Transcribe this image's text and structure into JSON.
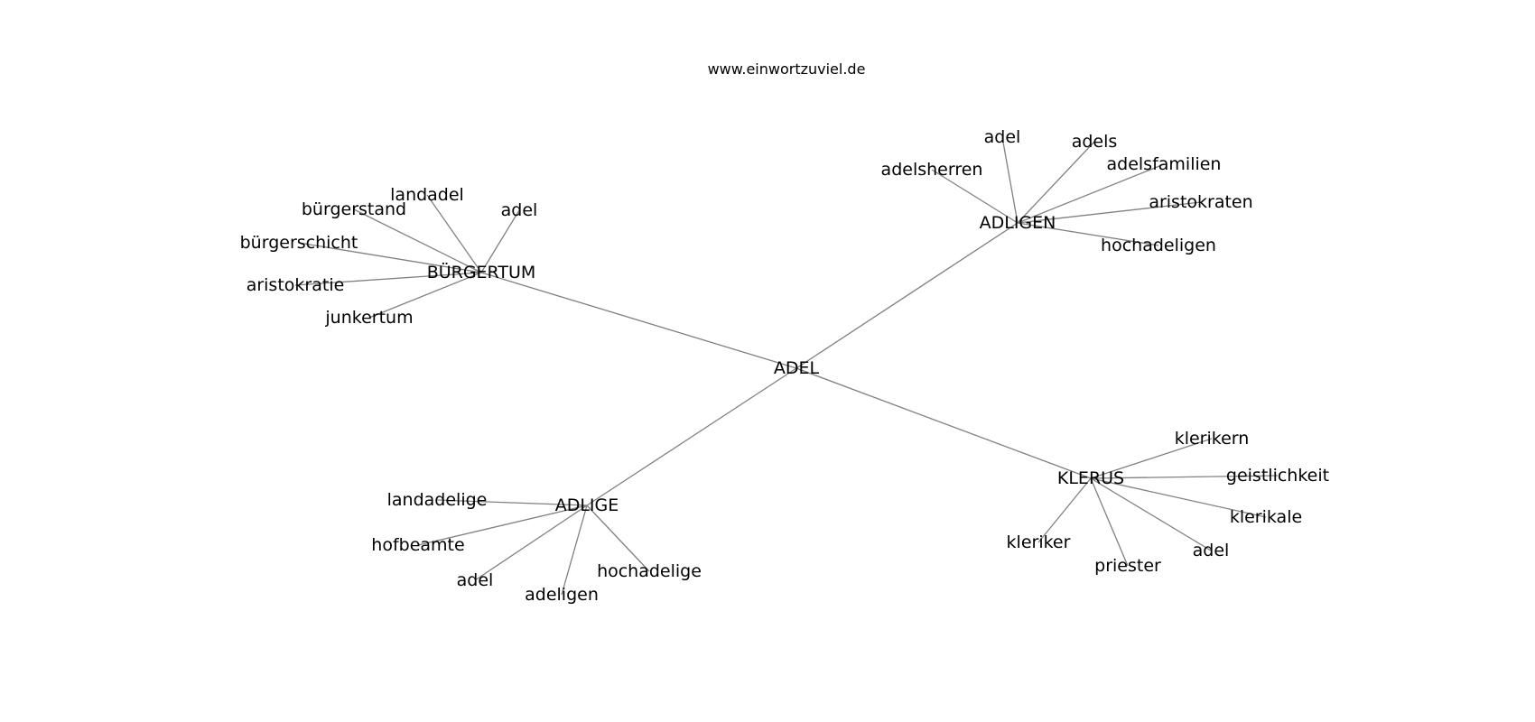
{
  "header": {
    "site": "www.einwortzuviel.de"
  },
  "diagram": {
    "edge_color": "#808080",
    "text_color": "#000000",
    "root": "ADEL",
    "clusters": [
      {
        "label": "BÜRGERTUM",
        "leaves": [
          "landadel",
          "bürgerstand",
          "adel",
          "bürgerschicht",
          "aristokratie",
          "junkertum"
        ]
      },
      {
        "label": "ADLIGEN",
        "leaves": [
          "adel",
          "adels",
          "adelsfamilien",
          "adelsherren",
          "aristokraten",
          "hochadeligen"
        ]
      },
      {
        "label": "ADLIGE",
        "leaves": [
          "landadelige",
          "hofbeamte",
          "adel",
          "adeligen",
          "hochadelige"
        ]
      },
      {
        "label": "KLERUS",
        "leaves": [
          "klerikern",
          "geistlichkeit",
          "klerikale",
          "kleriker",
          "priester",
          "adel"
        ]
      }
    ]
  }
}
